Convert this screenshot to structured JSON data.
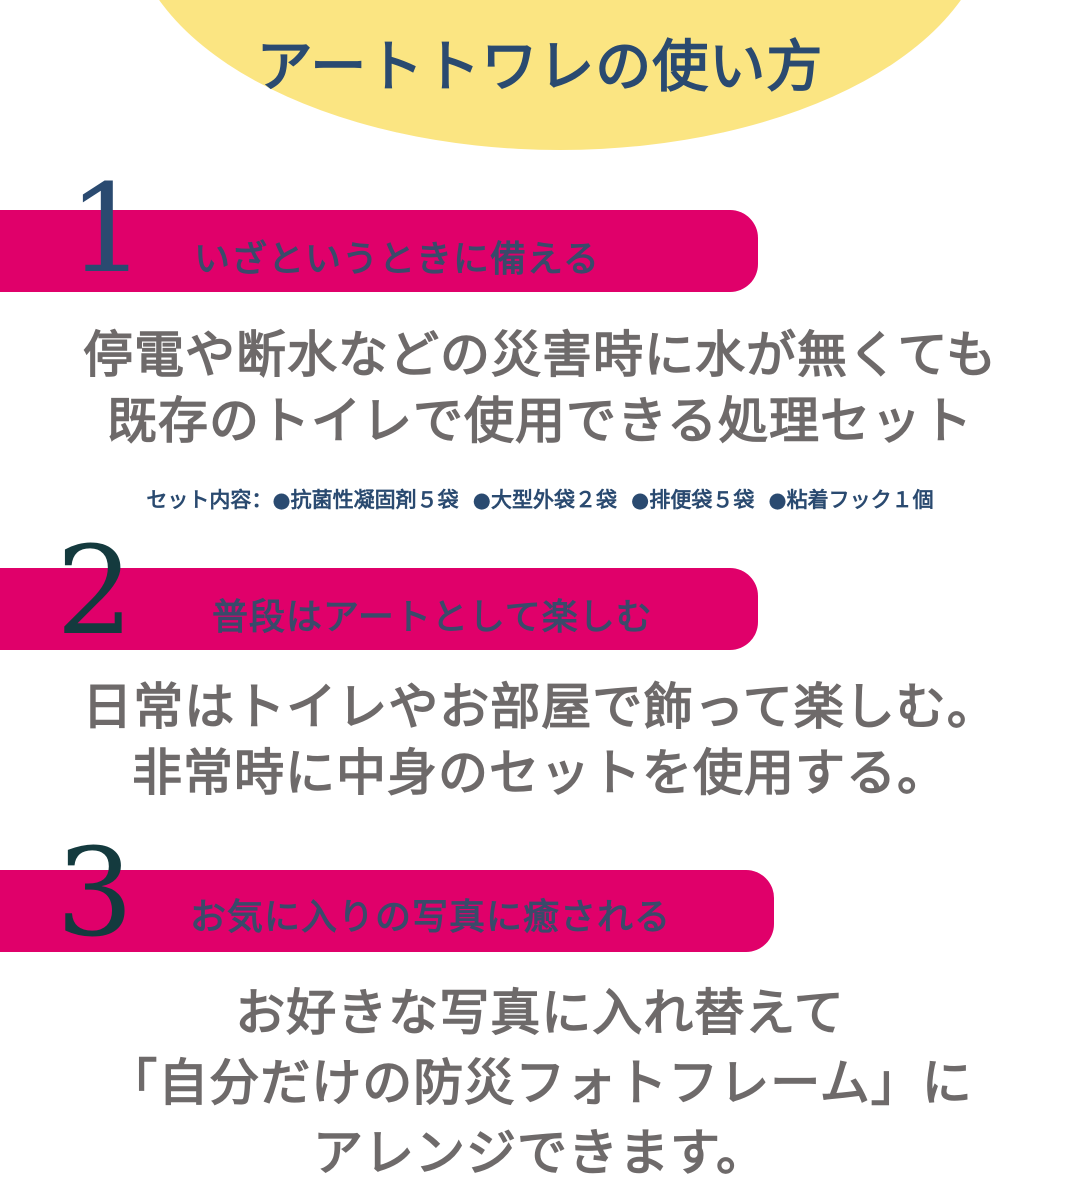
{
  "header": {
    "title": "アートトワレの使い方",
    "colors": {
      "circle": "#fbe582",
      "title": "#2a4a70"
    }
  },
  "steps": [
    {
      "number": "1",
      "heading": "いざというときに備える",
      "description_lines": [
        "停電や断水などの災害時に水が無くても",
        "既存のトイレで使用できる処理セット"
      ],
      "set_contents": {
        "label": "セット内容：",
        "items": [
          "●抗菌性凝固剤５袋",
          "●大型外袋２袋",
          "●排便袋５袋",
          "●粘着フック１個"
        ]
      }
    },
    {
      "number": "2",
      "heading": "普段はアートとして楽しむ",
      "description_lines": [
        "日常はトイレやお部屋で飾って楽しむ。",
        "非常時に中身のセットを使用する。"
      ]
    },
    {
      "number": "3",
      "heading": "お気に入りの写真に癒される",
      "description_lines": [
        "お好きな写真に入れ替えて",
        "「自分だけの防災フォトフレーム」に",
        "アレンジできます。"
      ]
    }
  ],
  "colors": {
    "bar": "#e0006a",
    "bar_text": "#3a4a6a",
    "description_text": "#6e6a6a",
    "number_1": "#2a4a70",
    "number_2_3": "#143a3e"
  }
}
